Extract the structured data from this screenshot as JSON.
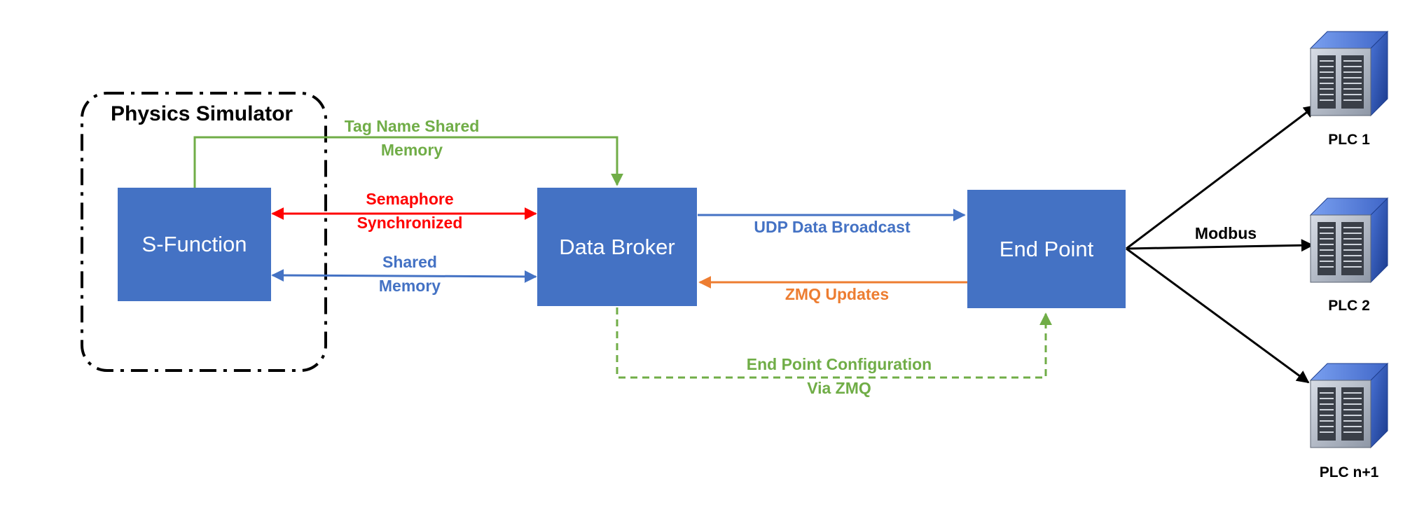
{
  "colors": {
    "box": "#4472c4",
    "green": "#70ad47",
    "red": "#ff0000",
    "blue": "#4472c4",
    "orange": "#ed7d31",
    "black": "#000000"
  },
  "group": {
    "title": "Physics Simulator"
  },
  "boxes": {
    "s_function": "S-Function",
    "data_broker": "Data Broker",
    "end_point": "End Point"
  },
  "connections": {
    "tag_name": {
      "line1": "Tag Name Shared",
      "line2": "Memory",
      "color": "green"
    },
    "semaphore": {
      "line1": "Semaphore",
      "line2": "Synchronized",
      "color": "red"
    },
    "shared_memory": {
      "line1": "Shared",
      "line2": "Memory",
      "color": "blue"
    },
    "udp": {
      "label": "UDP Data Broadcast",
      "color": "blue"
    },
    "zmq_updates": {
      "label": "ZMQ Updates",
      "color": "orange"
    },
    "config": {
      "line1": "End Point Configuration",
      "line2": "Via ZMQ",
      "color": "green"
    },
    "modbus": {
      "label": "Modbus",
      "color": "black"
    }
  },
  "plcs": [
    {
      "label": "PLC 1",
      "icon": "server-rack-icon"
    },
    {
      "label": "PLC 2",
      "icon": "server-rack-icon"
    },
    {
      "label": "PLC n+1",
      "icon": "server-rack-icon"
    }
  ]
}
